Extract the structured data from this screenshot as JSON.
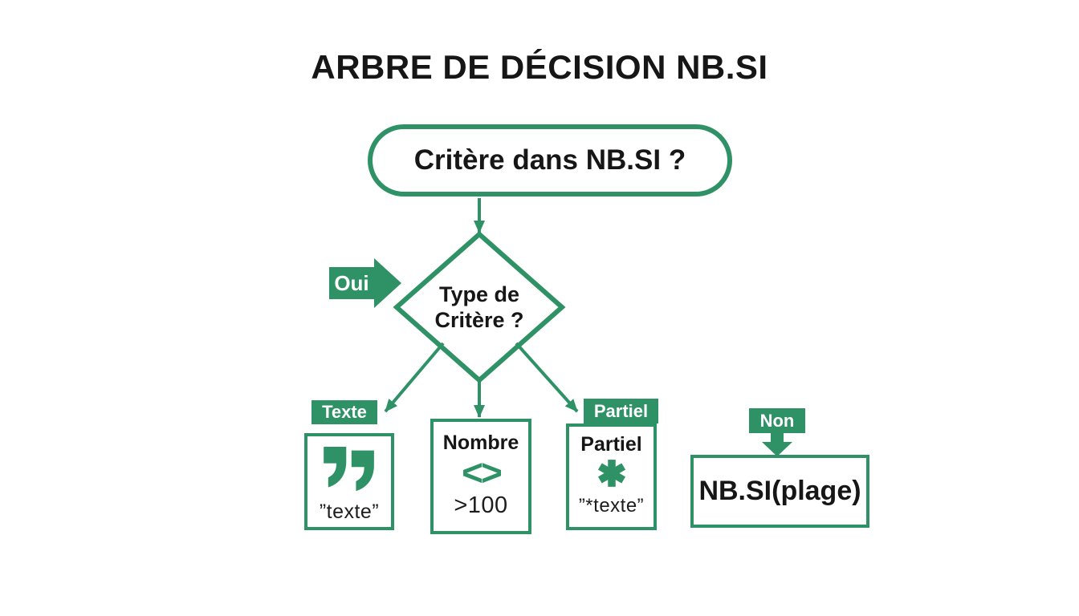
{
  "colors": {
    "green": "#2E9266",
    "ink": "#161616",
    "white": "#FFFFFF",
    "background": "#FFFFFF"
  },
  "title": "ARBRE DE DÉCISION NB.SI",
  "root_node": {
    "label": "Critère dans NB.SI ?"
  },
  "decision_node": {
    "label": "Type de\nCritère ?"
  },
  "edge_labels": {
    "yes": "Oui",
    "no": "Non"
  },
  "branches": [
    {
      "tag": "Texte",
      "icon": "double-quote-icon",
      "example": "”texte”"
    },
    {
      "tag": "",
      "inner_title": "Nombre",
      "icon": "angle-brackets-icon",
      "icon_text": "<>",
      "example": ">100"
    },
    {
      "tag": "Partiel",
      "inner_title": "Partiel",
      "icon": "asterisk-icon",
      "example": "”*texte”"
    }
  ],
  "no_branch_result": {
    "label": "NB.SI(plage)"
  }
}
